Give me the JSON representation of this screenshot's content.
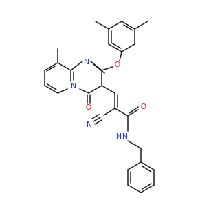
{
  "colors": {
    "bond": "#1a1a1a",
    "background": "#ffffff",
    "nitrogen": "#2a3ad6",
    "oxygen": "#e8252a",
    "carbon": "#1a1a1a"
  },
  "atom_labels": {
    "n_ring_top": "N",
    "n_ring_fused": "N",
    "o_ether": "O",
    "o_ketone": "O",
    "n_nitrile": "N",
    "o_amide": "O",
    "n_amide": "N",
    "h_amide": "H"
  }
}
